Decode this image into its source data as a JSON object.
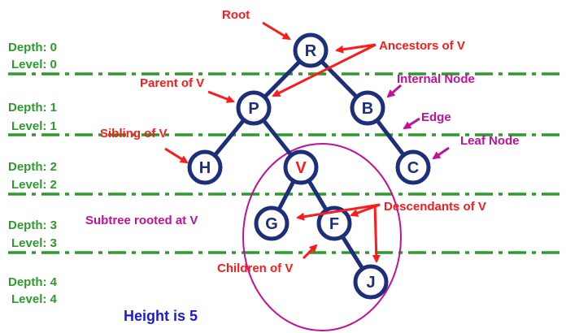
{
  "levels": [
    {
      "depth": "Depth: 0",
      "level": "Level: 0"
    },
    {
      "depth": "Depth: 1",
      "level": "Level: 1"
    },
    {
      "depth": "Depth: 2",
      "level": "Level: 2"
    },
    {
      "depth": "Depth: 3",
      "level": "Level: 3"
    },
    {
      "depth": "Depth: 4",
      "level": "Level: 4"
    }
  ],
  "nodes": {
    "r": "R",
    "p": "P",
    "b": "B",
    "h": "H",
    "v": "V",
    "c": "C",
    "g": "G",
    "f": "F",
    "j": "J"
  },
  "annotations": {
    "root": "Root",
    "ancestors": "Ancestors of V",
    "parent": "Parent of V",
    "internal": "Internal Node",
    "edge": "Edge",
    "sibling": "Sibling of V",
    "leaf": "Leaf Node",
    "descendants": "Descendants of V",
    "subtree": "Subtree rooted at V",
    "children": "Children of V"
  },
  "height": "Height is 5",
  "colors": {
    "node_stroke": "#1d2f7a",
    "edge": "#1d2f7a",
    "level_line": "#2e9a2e",
    "annotation_red": "#ff1a1a",
    "annotation_magenta": "#c0119a",
    "subtree_ellipse": "#c0119a",
    "height_text": "#1a1ad9"
  }
}
